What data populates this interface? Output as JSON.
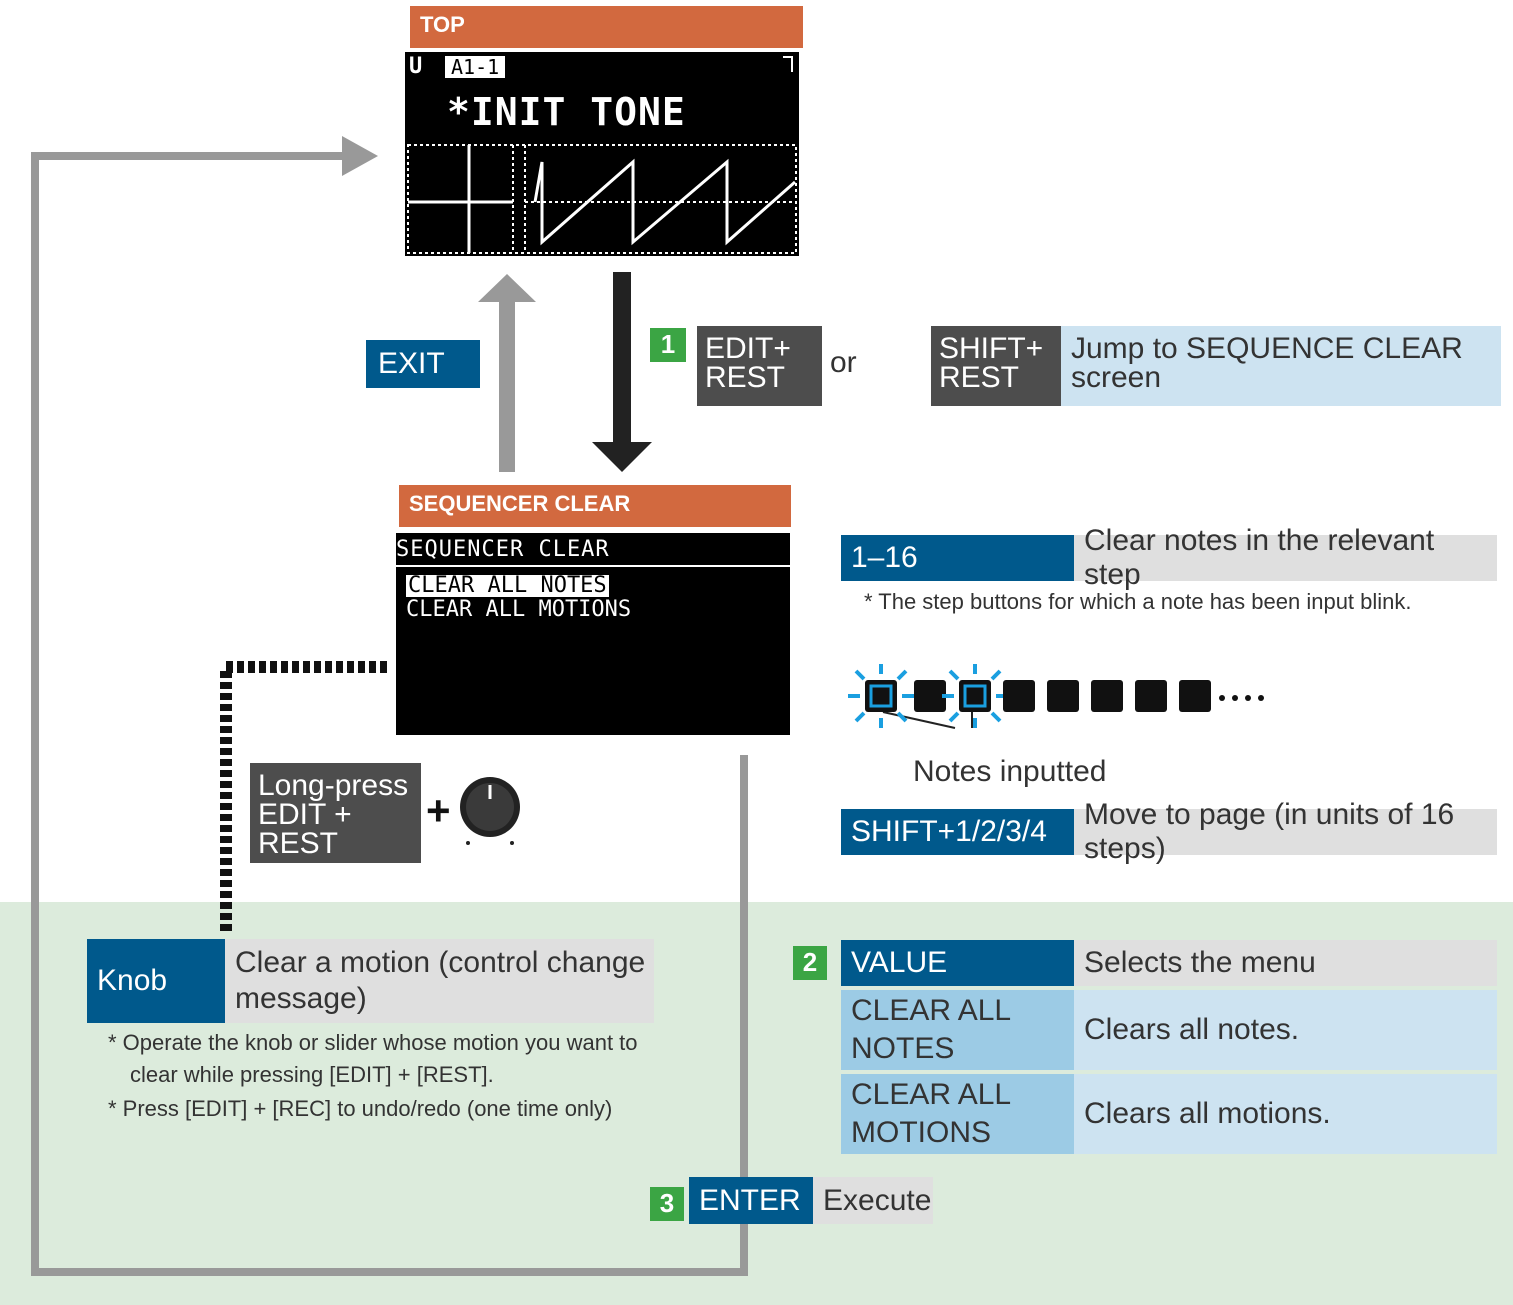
{
  "top_panel": {
    "header": "TOP",
    "lcd_mode": "U",
    "lcd_patch": "A1-1",
    "lcd_tone": "*INIT TONE"
  },
  "exit_label": "EXIT",
  "step1": {
    "badge": "1",
    "key": "EDIT+ REST",
    "or_text": "or",
    "alt_key": "SHIFT+ REST",
    "alt_desc": "Jump to SEQUENCE CLEAR screen"
  },
  "seq_panel": {
    "header": "SEQUENCER CLEAR",
    "lcd_title": "SEQUENCER CLEAR",
    "lcd_items": [
      "CLEAR ALL NOTES",
      "CLEAR ALL MOTIONS"
    ]
  },
  "steps_table": {
    "row1_key": "1–16",
    "row1_desc": "Clear notes in the relevant step",
    "note": "* The step buttons for which a note has been input blink.",
    "notes_inputted": "Notes inputted",
    "row2_key": "SHIFT+1/2/3/4",
    "row2_desc": "Move to page (in units of 16 steps)"
  },
  "long_press": {
    "key": "Long-press EDIT + REST",
    "plus": "+"
  },
  "knob_table": {
    "key": "Knob",
    "desc": "Clear a motion (control change message)",
    "note1": "* Operate the knob or slider whose motion you want to clear while pressing [EDIT] + [REST].",
    "note2": "* Press [EDIT] + [REC] to undo/redo (one time only)"
  },
  "step2": {
    "badge": "2",
    "rows": [
      {
        "key": "VALUE",
        "desc": "Selects the menu"
      },
      {
        "key": "CLEAR ALL NOTES",
        "desc": "Clears all notes."
      },
      {
        "key": "CLEAR ALL MOTIONS",
        "desc": "Clears all motions."
      }
    ]
  },
  "step3": {
    "badge": "3",
    "key": "ENTER",
    "desc": "Execute"
  },
  "colors": {
    "orange": "#d2693f",
    "blue": "#00598c",
    "green": "#3ba544",
    "zone": "#dcebdc",
    "arrow_gray": "#999999"
  }
}
